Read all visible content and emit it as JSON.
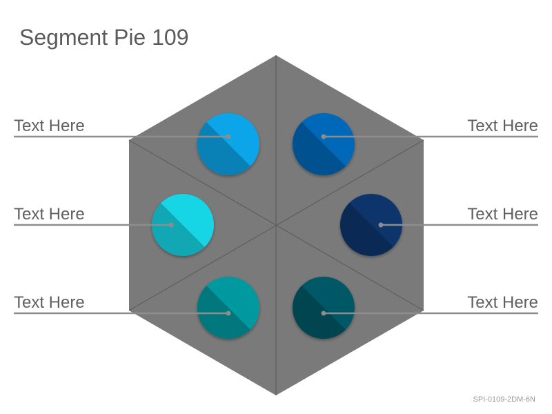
{
  "title": "Segment Pie 109",
  "code": "SPI-0109-2DM-6N",
  "segments": [
    {
      "label": "Text Here",
      "color": "#0ea5e9",
      "side": "left"
    },
    {
      "label": "Text Here",
      "color": "#0568b8",
      "side": "right"
    },
    {
      "label": "Text Here",
      "color": "#13d6e6",
      "side": "left"
    },
    {
      "label": "Text Here",
      "color": "#07346c",
      "side": "right"
    },
    {
      "label": "Text Here",
      "color": "#06999f",
      "side": "left"
    },
    {
      "label": "Text Here",
      "color": "#065866",
      "side": "right"
    }
  ],
  "colors": {
    "hexagon": "#7a7a7a",
    "hexagon_lines": "#5e5e5e",
    "leader_line": "#8d8d8d"
  }
}
